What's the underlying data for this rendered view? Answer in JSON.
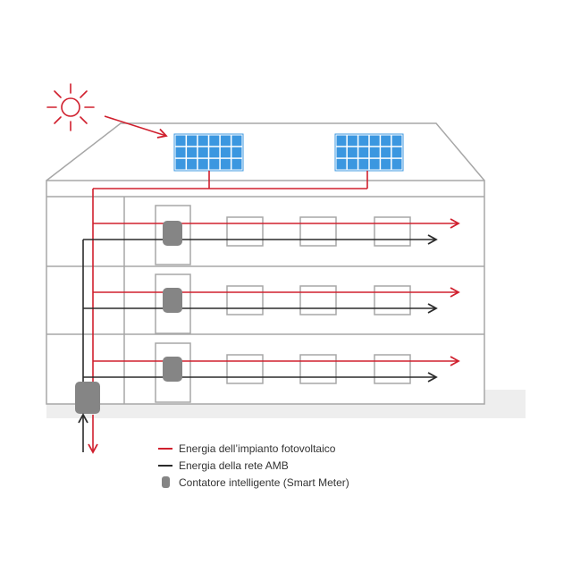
{
  "colors": {
    "pv_energy": "#d0202e",
    "grid_energy": "#2b2b2b",
    "smart_meter": "#858585",
    "solar_panel": "#3b97e0",
    "building_outline": "#a7a7a7",
    "ground": "#eeeeee"
  },
  "icons": {
    "sun": "sun-icon",
    "solar_panel": "solar-panel-icon",
    "smart_meter": "smart-meter-icon"
  },
  "building": {
    "floors": 3,
    "windows_per_floor": 3,
    "solar_panels": 2,
    "smart_meters": 4
  },
  "legend": {
    "items": [
      {
        "label": "Energia dell’impianto fotovoltaico",
        "type": "line",
        "color_key": "pv_energy"
      },
      {
        "label": "Energia della rete AMB",
        "type": "line",
        "color_key": "grid_energy"
      },
      {
        "label": "Contatore intelligente (Smart Meter)",
        "type": "meter",
        "color_key": "smart_meter"
      }
    ]
  }
}
